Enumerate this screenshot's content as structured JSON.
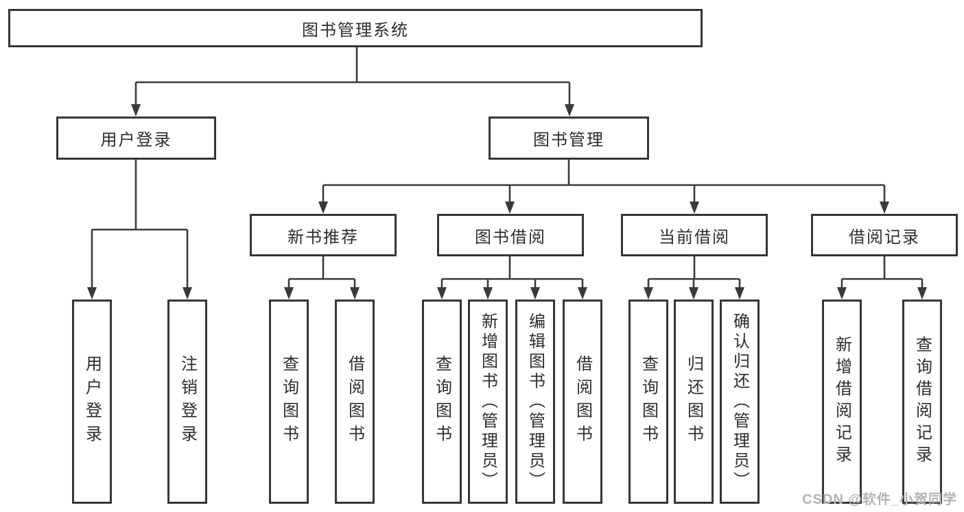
{
  "diagram": {
    "title": "图书管理系统",
    "root": {
      "label": "图书管理系统"
    },
    "level1": [
      {
        "id": "user-login-module",
        "label": "用户登录"
      },
      {
        "id": "book-management-module",
        "label": "图书管理"
      }
    ],
    "level2": [
      {
        "id": "new-book-recommend",
        "label": "新书推荐"
      },
      {
        "id": "book-borrowing",
        "label": "图书借阅"
      },
      {
        "id": "current-borrowing",
        "label": "当前借阅"
      },
      {
        "id": "borrowing-records",
        "label": "借阅记录"
      }
    ],
    "leaves": {
      "user": [
        {
          "label": "用户登录"
        },
        {
          "label": "注销登录"
        }
      ],
      "recommend": [
        {
          "label": "查询图书"
        },
        {
          "label": "借阅图书"
        }
      ],
      "borrow": [
        {
          "label": "查询图书"
        },
        {
          "label": "新增图书（管理员）"
        },
        {
          "label": "编辑图书（管理员）"
        },
        {
          "label": "借阅图书"
        }
      ],
      "current": [
        {
          "label": "查询图书"
        },
        {
          "label": "归还图书"
        },
        {
          "label": "确认归还（管理员）"
        }
      ],
      "records": [
        {
          "label": "新增借阅记录"
        },
        {
          "label": "查询借阅记录"
        }
      ]
    }
  },
  "watermark": {
    "text": "CSDN @软件_小贺同学"
  },
  "colors": {
    "line": "#3a3a3a",
    "box_border": "#363636",
    "text": "#2d2d2d",
    "background": "#ffffff",
    "watermark": "#b3b3b3"
  }
}
